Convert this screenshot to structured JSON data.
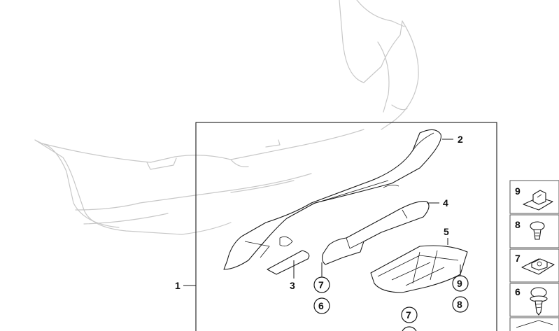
{
  "callouts": {
    "c1": "1",
    "c2": "2",
    "c3": "3",
    "c4": "4",
    "c5": "5",
    "c6a": "6",
    "c7a": "7",
    "c7b": "7",
    "c8a": "8",
    "c9a": "9"
  },
  "legend": {
    "items": [
      {
        "label": "9",
        "icon": "clip-nut-icon"
      },
      {
        "label": "8",
        "icon": "expanding-rivet-icon"
      },
      {
        "label": "7",
        "icon": "speed-nut-icon"
      },
      {
        "label": "6",
        "icon": "body-screw-icon"
      }
    ]
  },
  "colors": {
    "outline": "#1a1a1a",
    "ghost": "#c8c8c8",
    "background": "#ffffff"
  }
}
